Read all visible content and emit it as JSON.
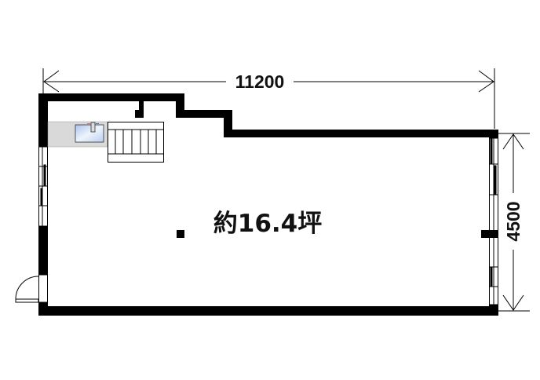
{
  "dimensions": {
    "width_label": "11200",
    "depth_label": "4500"
  },
  "room": {
    "area_label": "約16.4坪"
  },
  "colors": {
    "wall": "#000000",
    "kitchen_counter": "#d9d9d9",
    "sink": "#cfe0f5"
  }
}
